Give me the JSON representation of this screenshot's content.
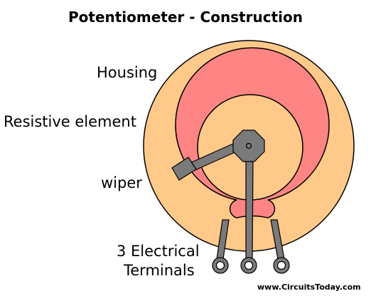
{
  "title": "Potentiometer - Construction",
  "labels": {
    "housing": "Housing",
    "resistive_element": "Resistive  element",
    "wiper": "wiper",
    "terminals_line1": "3  Electrical",
    "terminals_line2": "Terminals"
  },
  "credit": "www.CircuitsToday.com",
  "colors": {
    "housing": "#ffc98a",
    "resistive_element": "#ff8484",
    "inner_core": "#ffc98a",
    "wiper_metal": "#7a7a7a",
    "terminal_ring": "#ffffff"
  }
}
